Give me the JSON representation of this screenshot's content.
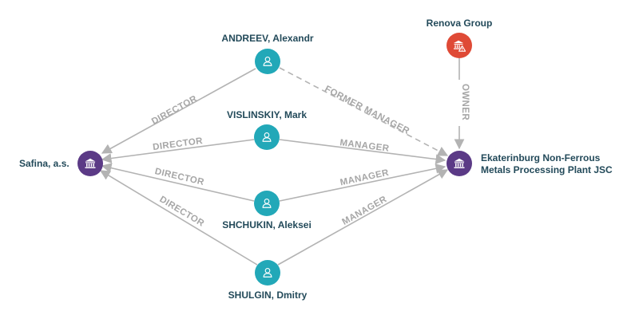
{
  "colors": {
    "person": "#22a8b8",
    "company": "#5b3a86",
    "risk_company": "#df4a36",
    "edge": "#b3b3b3",
    "edge_label": "#a6a6a6",
    "node_text": "#234a5a"
  },
  "nodes": {
    "andreev": {
      "label": "ANDREEV, Alexandr",
      "kind": "person",
      "icon": "person-icon"
    },
    "vislinsk": {
      "label": "VISLINSKIY, Mark",
      "kind": "person",
      "icon": "person-icon"
    },
    "shchukin": {
      "label": "SHCHUKIN, Aleksei",
      "kind": "person",
      "icon": "person-icon"
    },
    "shulgin": {
      "label": "SHULGIN, Dmitry",
      "kind": "person",
      "icon": "person-icon"
    },
    "safina": {
      "label": "Safina, a.s.",
      "kind": "company",
      "icon": "bank-icon"
    },
    "ekat": {
      "label_lines": [
        "Ekaterinburg Non-Ferrous",
        "Metals Processing Plant JSC"
      ],
      "kind": "company",
      "icon": "bank-icon"
    },
    "renova": {
      "label": "Renova Group",
      "kind": "risk-company",
      "icon": "bank-warning-icon"
    }
  },
  "edges": {
    "andreev_safina": {
      "label": "DIRECTOR"
    },
    "andreev_ekat": {
      "label": "FORMER MANAGER",
      "style": "dashed"
    },
    "vislinsk_safina": {
      "label": "DIRECTOR"
    },
    "vislinsk_ekat": {
      "label": "MANAGER"
    },
    "shchukin_safina": {
      "label": "DIRECTOR"
    },
    "shchukin_ekat": {
      "label": "MANAGER"
    },
    "shulgin_safina": {
      "label": "DIRECTOR"
    },
    "shulgin_ekat": {
      "label": "MANAGER"
    },
    "renova_ekat": {
      "label": "OWNER"
    }
  }
}
